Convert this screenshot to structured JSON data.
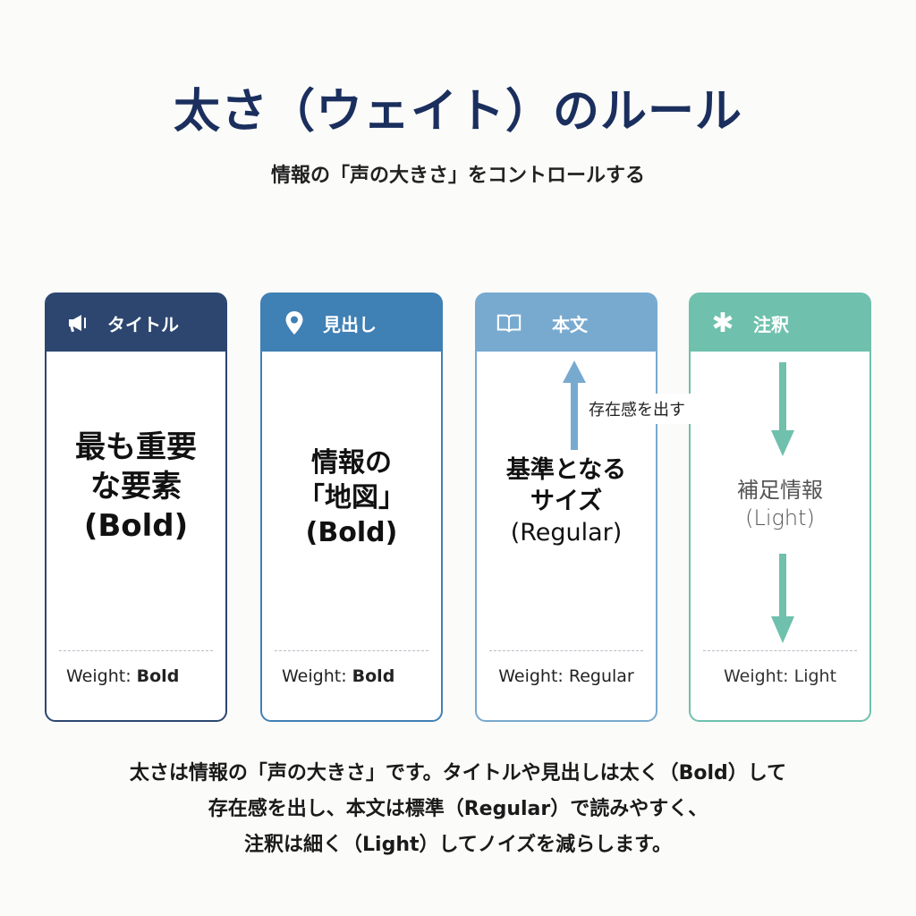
{
  "header": {
    "title": "太さ（ウェイト）のルール",
    "subtitle": "情報の「声の大きさ」をコントロールする"
  },
  "colors": {
    "title": "#1b2f5e",
    "card_title": "#2c4670",
    "card_heading": "#3f80b5",
    "card_body": "#78aad0",
    "card_note": "#6fc0ad"
  },
  "cards": [
    {
      "label": "タイトル",
      "icon": "megaphone-icon",
      "lines": [
        "最も重要",
        "な要素",
        "(Bold)"
      ],
      "weight_prefix": "Weight: ",
      "weight_value": "Bold"
    },
    {
      "label": "見出し",
      "icon": "map-pin-icon",
      "lines": [
        "情報の",
        "「地図」",
        "(Bold)"
      ],
      "weight_prefix": "Weight: ",
      "weight_value": "Bold"
    },
    {
      "label": "本文",
      "icon": "book-icon",
      "lines": [
        "基準となる",
        "サイズ",
        "(Regular)"
      ],
      "weight_prefix": "Weight: ",
      "weight_value": "Regular"
    },
    {
      "label": "注釈",
      "icon": "asterisk-icon",
      "lines": [
        "補足情報",
        "(Light)"
      ],
      "weight_prefix": "Weight: ",
      "weight_value": "Light"
    }
  ],
  "arrow_label": "存在感を出す",
  "footer": {
    "lines": [
      "太さは情報の「声の大きさ」です。タイトルや見出しは太く（Bold）して",
      "存在感を出し、本文は標準（Regular）で読みやすく、",
      "注釈は細く（Light）してノイズを減らします。"
    ]
  }
}
